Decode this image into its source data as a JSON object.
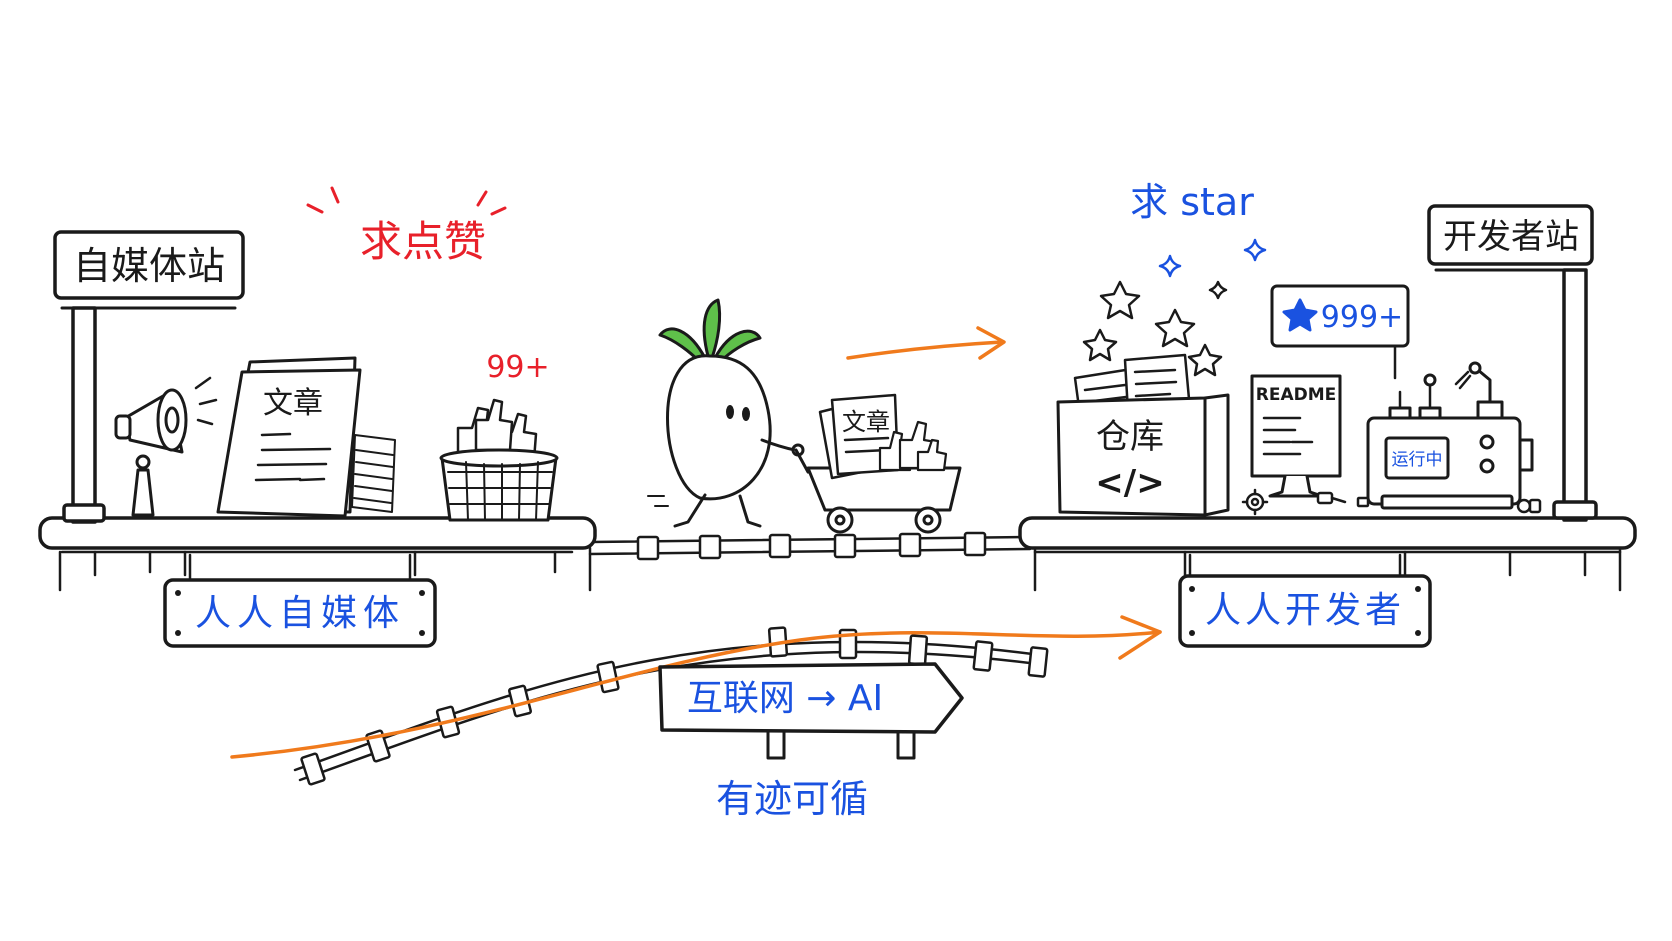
{
  "left_station": {
    "sign": "自媒体站",
    "plaque": "人人自媒体",
    "shout": "求点赞",
    "likes_badge": "99+",
    "document_label": "文章"
  },
  "right_station": {
    "sign": "开发者站",
    "plaque": "人人开发者",
    "shout": "求 star",
    "stars_badge": "999+",
    "repo_label": "仓库",
    "code_label": "</>",
    "readme_label": "README",
    "running_label": "运行中"
  },
  "middle": {
    "cart_label": "文章",
    "direction_sign": "互联网 → AI",
    "caption": "有迹可循"
  },
  "colors": {
    "ink": "#1a1a1a",
    "red": "#e8202a",
    "blue": "#1a52e0",
    "orange": "#f07a1c",
    "leaf": "#5fc04a"
  },
  "icons": [
    "megaphone-icon",
    "thumbs-up-icon",
    "star-icon",
    "sparkle-icon",
    "gear-icon",
    "robot-arm-icon"
  ]
}
